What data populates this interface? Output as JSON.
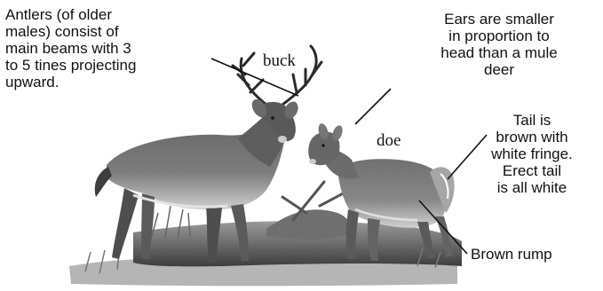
{
  "labels": {
    "buck": "buck",
    "doe": "doe"
  },
  "annotations": {
    "antlers": "Antlers (of older\nmales) consist of\nmain beams with 3\nto 5 tines projecting\nupward.",
    "ears": "Ears are smaller\nin proportion to\nhead than a mule\ndeer",
    "tail": "Tail is\nbrown with\nwhite fringe.\nErect tail\nis all white",
    "rump": "Brown rump"
  },
  "colors": {
    "ink": "#1a1a1a",
    "body_shade": "#5a5a5a",
    "light_fur": "#bdbdbd",
    "ground": "#8a8a8a"
  }
}
